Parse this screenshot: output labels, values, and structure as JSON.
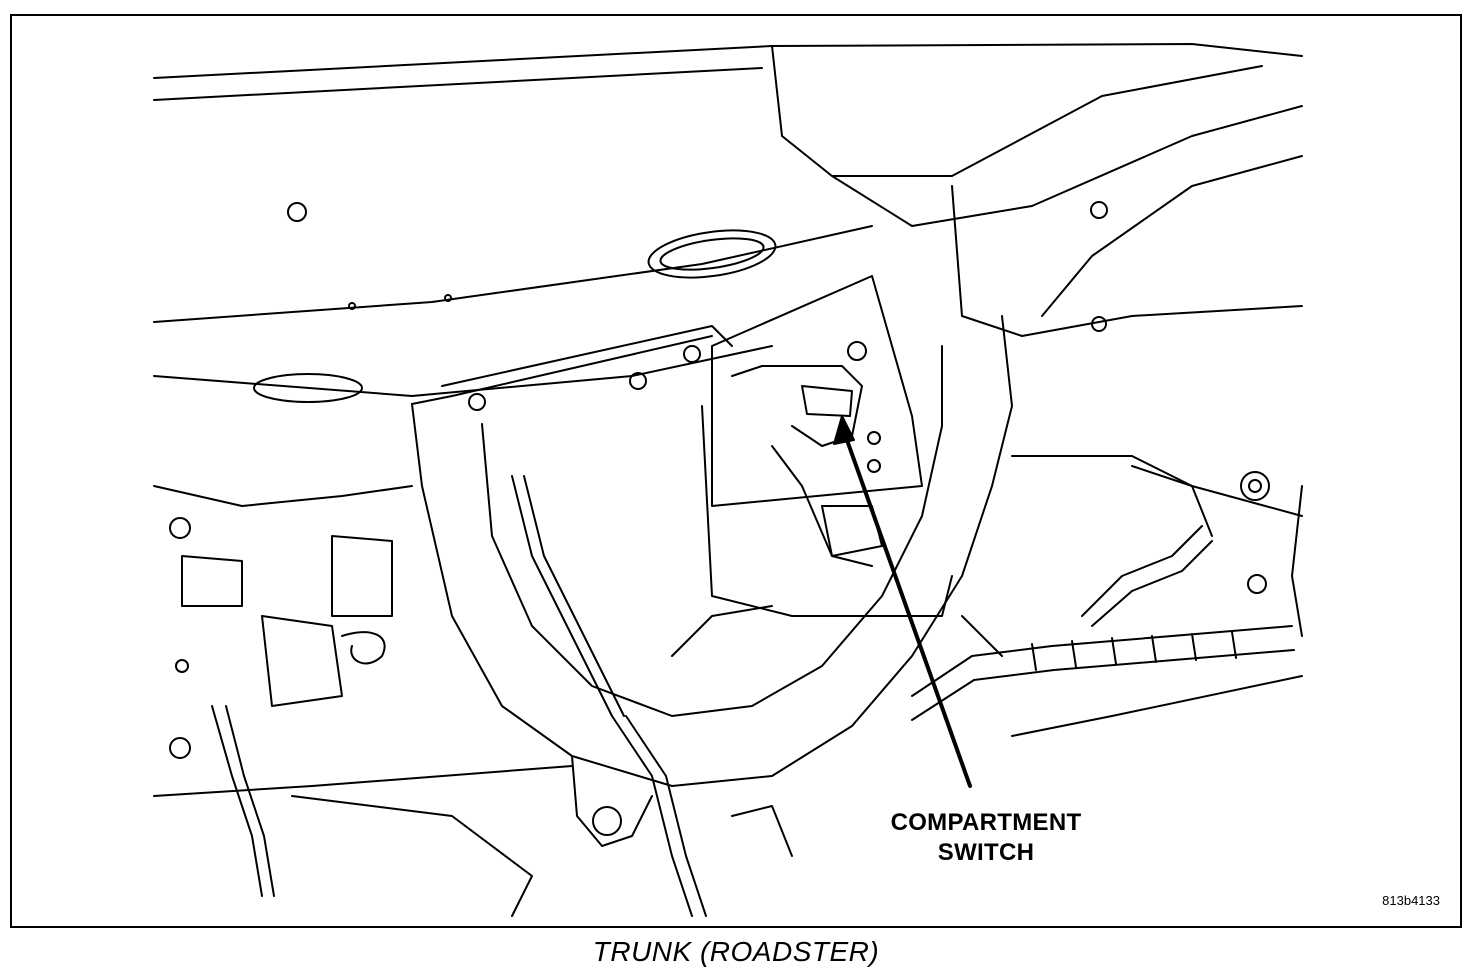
{
  "figure": {
    "callout": {
      "line1": "COMPARTMENT",
      "line2": "SWITCH"
    },
    "figure_id": "813b4133",
    "caption": "TRUNK (ROADSTER)"
  },
  "colors": {
    "line": "#000000",
    "background": "#ffffff"
  }
}
